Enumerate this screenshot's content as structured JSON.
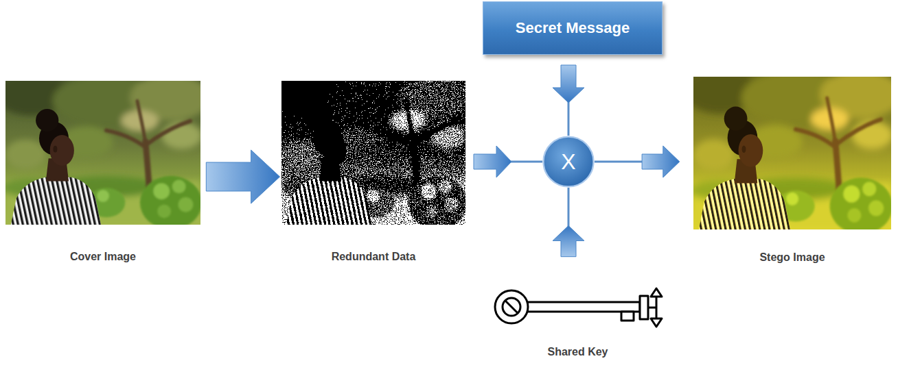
{
  "diagram": {
    "nodes": [
      {
        "text": [
          "Cover Image"
        ]
      },
      {
        "text": [
          "Redundant Data"
        ]
      },
      {
        "text": [
          "Secret Message"
        ]
      },
      {
        "text": [
          "X"
        ]
      },
      {
        "text": [
          "Stego Image"
        ]
      },
      {
        "text": [
          "Shared Key"
        ]
      }
    ],
    "edges": [
      {
        "from": 0,
        "to": 1,
        "arrow": "to"
      },
      {
        "from": 1,
        "to": 3,
        "arrow": "to"
      },
      {
        "from": 2,
        "to": 3,
        "arrow": "to"
      },
      {
        "from": 5,
        "to": 3,
        "arrow": "to"
      },
      {
        "from": 3,
        "to": 4,
        "arrow": "to"
      }
    ]
  }
}
